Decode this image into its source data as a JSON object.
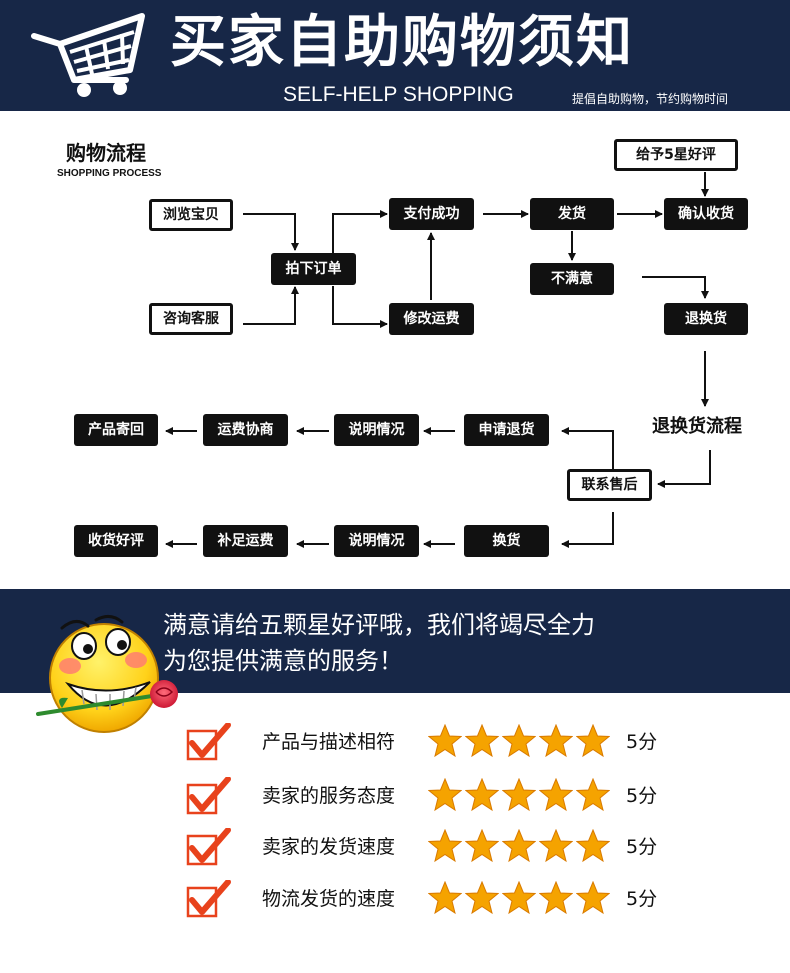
{
  "header": {
    "title": "买家自助购物须知",
    "subtitle_en": "SELF-HELP SHOPPING",
    "slogan": "提倡自助购物，节约购物时间",
    "cart_icon": "shopping-cart-icon"
  },
  "process": {
    "title": "购物流程",
    "subtitle": "SHOPPING PROCESS",
    "flow_label": "退换货流程",
    "nodes": {
      "browse": "浏览宝贝",
      "consult": "咨询客服",
      "order": "拍下订单",
      "pay": "支付成功",
      "modify_fee": "修改运费",
      "ship": "发货",
      "unsatisfied": "不满意",
      "confirm": "确认收货",
      "five_star": "给予5星好评",
      "return_exchange": "退换货",
      "contact": "联系售后",
      "apply_return": "申请退货",
      "explain_1": "说明情况",
      "negotiate_fee": "运费协商",
      "send_back": "产品寄回",
      "exchange": "换货",
      "explain_2": "说明情况",
      "add_fee": "补足运费",
      "receive_review": "收货好评"
    }
  },
  "banner": {
    "line1": "满意请给五颗星好评哦，我们将竭尽全力",
    "line2": "为您提供满意的服务！",
    "icon": "smiley-with-rose-icon"
  },
  "ratings": [
    {
      "label": "产品与描述相符",
      "stars": 5,
      "score": "5分"
    },
    {
      "label": "卖家的服务态度",
      "stars": 5,
      "score": "5分"
    },
    {
      "label": "卖家的发货速度",
      "stars": 5,
      "score": "5分"
    },
    {
      "label": "物流发货的速度",
      "stars": 5,
      "score": "5分"
    }
  ],
  "colors": {
    "navy": "#172747",
    "node": "#111111",
    "star": "#f5a300",
    "check": "#e8421c"
  }
}
